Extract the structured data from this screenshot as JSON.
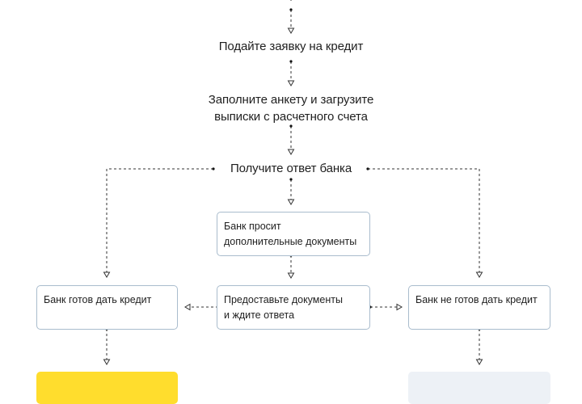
{
  "steps": {
    "apply": "Подайте заявку на кредит",
    "fill_form_line1": "Заполните анкету и загрузите",
    "fill_form_line2": "выписки с расчетного счета",
    "get_answer": "Получите ответ банка"
  },
  "boxes": {
    "more_docs_line1": "Банк просит",
    "more_docs_line2": "дополнительные документы",
    "provide_docs_line1": "Предоставьте документы",
    "provide_docs_line2": "и ждите ответа",
    "approved": "Банк готов дать кредит",
    "rejected": "Банк не готов дать кредит"
  },
  "colors": {
    "connector": "#333333",
    "box_border": "#a9bccd",
    "highlight_yellow": "#ffdd2d",
    "highlight_grey": "#edf1f6"
  }
}
